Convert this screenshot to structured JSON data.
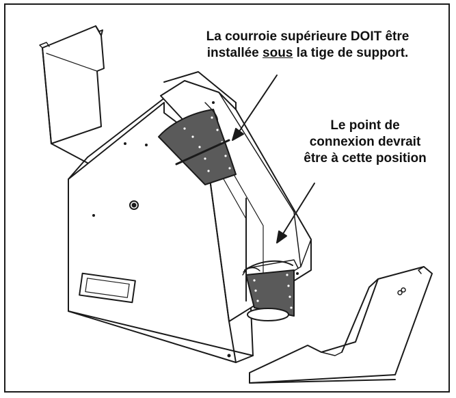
{
  "callouts": {
    "belt_under_rod": {
      "line1": "La courroie supérieure DOIT être",
      "line2_before": "installée ",
      "line2_underlined": "sous",
      "line2_after": " la tige de support."
    },
    "connection_point": {
      "line1": "Le point de",
      "line2": "connexion devrait",
      "line3": "être à cette position"
    }
  },
  "colors": {
    "outline": "#1a1a1a",
    "belt": "#5a5a5a",
    "background": "#ffffff"
  }
}
